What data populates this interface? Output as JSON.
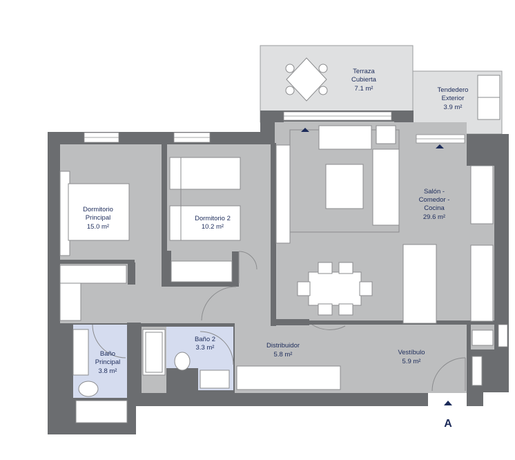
{
  "rooms": {
    "terraza": {
      "name_1": "Terraza",
      "name_2": "Cubierta",
      "area": "7.1 m²"
    },
    "tendedero": {
      "name_1": "Tendedero",
      "name_2": "Exterior",
      "area": "3.9 m²"
    },
    "dormitorio_principal": {
      "name_1": "Dormitorio",
      "name_2": "Principal",
      "area": "15.0 m²"
    },
    "dormitorio_2": {
      "name_1": "Dormitorio 2",
      "area": "10.2 m²"
    },
    "salon": {
      "name_1": "Salón -",
      "name_2": "Comedor -",
      "name_3": "Cocina",
      "area": "29.6 m²"
    },
    "bano_principal": {
      "name_1": "Baño",
      "name_2": "Principal",
      "area": "3.8 m²"
    },
    "bano_2": {
      "name_1": "Baño 2",
      "area": "3.3 m²"
    },
    "distribuidor": {
      "name_1": "Distribuidor",
      "area": "5.8 m²"
    },
    "vestibulo": {
      "name_1": "Vestíbulo",
      "area": "5.9 m²"
    }
  },
  "entrance": {
    "label": "A"
  },
  "colors": {
    "wall": "#6b6d70",
    "floor": "#bdbebf",
    "bath_floor": "#d5dcef",
    "terrace": "#dfe0e1",
    "label": "#1c2b5a"
  }
}
